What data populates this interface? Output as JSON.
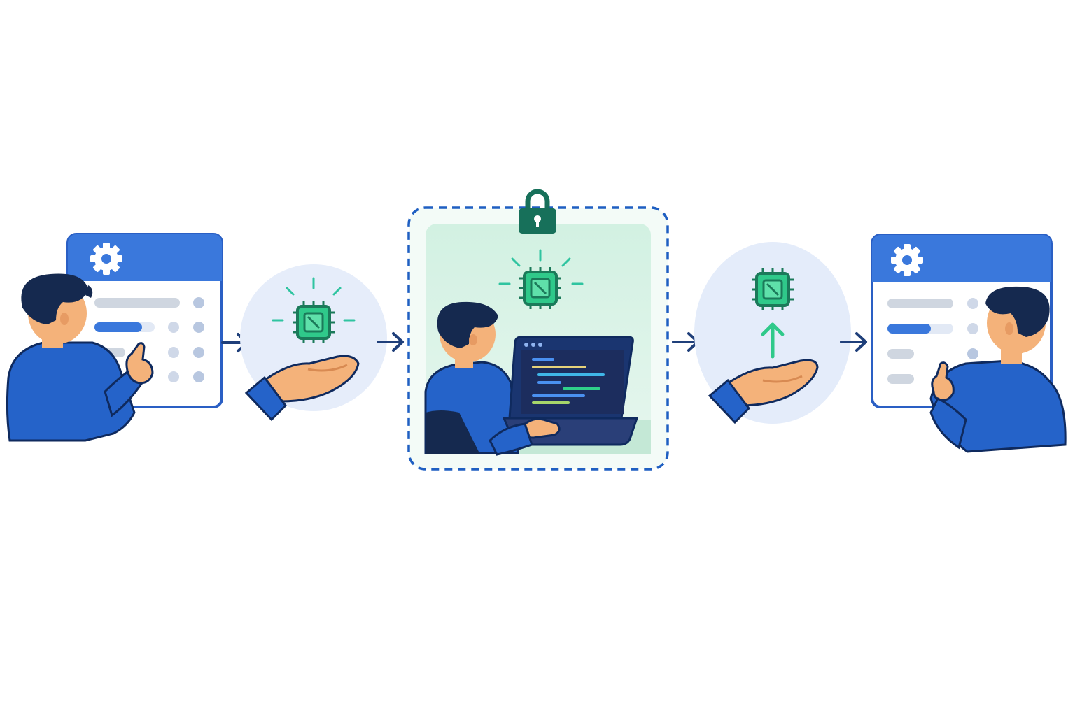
{
  "diagram": {
    "steps": [
      {
        "id": "configure",
        "icon": "user-configuring-settings-panel"
      },
      {
        "id": "hand-over-chip",
        "icon": "hand-offering-chip"
      },
      {
        "id": "secure-processing",
        "icon": "developer-in-locked-enclave"
      },
      {
        "id": "return-chip",
        "icon": "hand-receiving-chip-upload"
      },
      {
        "id": "receive-result",
        "icon": "user-reviewing-settings-panel"
      }
    ],
    "connectors": [
      "arrow-right",
      "arrow-right",
      "arrow-right",
      "arrow-right"
    ],
    "colors": {
      "primary_blue": "#2f6fd6",
      "dark_navy": "#1a2b55",
      "chip_green": "#2fc98a",
      "chip_dark": "#1b7a5a",
      "enclave_bg": "#d5f2e4",
      "bubble_bg": "#e4edfb",
      "skin": "#f4b27a",
      "arrow": "#1f3f7a"
    }
  }
}
